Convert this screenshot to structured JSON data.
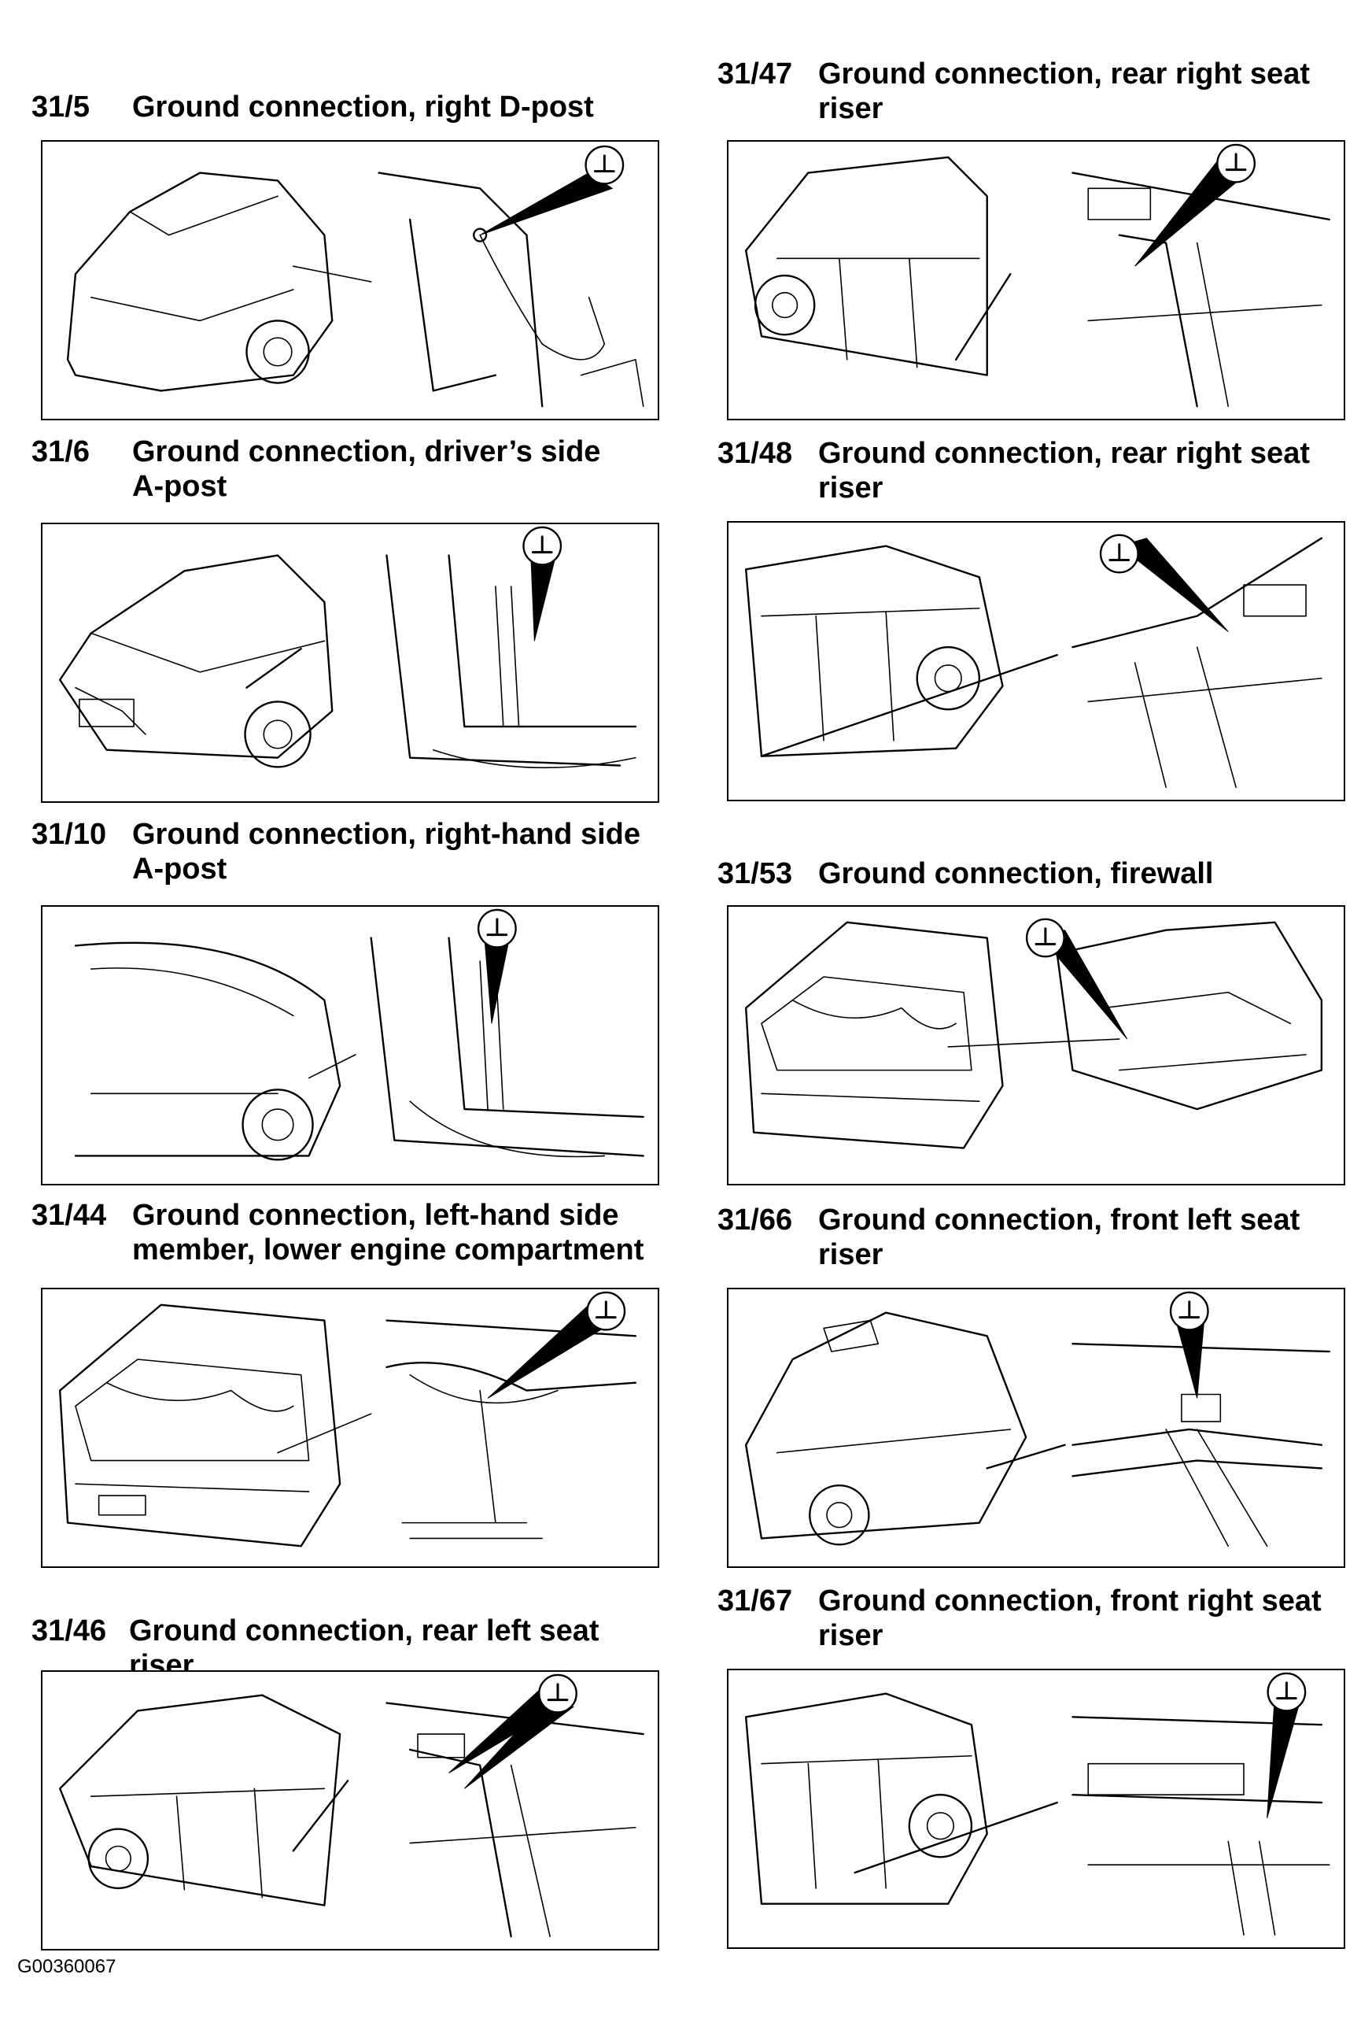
{
  "entries": [
    {
      "code": "31/5",
      "title": "Ground connection, right D-post"
    },
    {
      "code": "31/6",
      "title": "Ground connection, driver’s side A-post"
    },
    {
      "code": "31/10",
      "title": "Ground connection, right-hand side A-post"
    },
    {
      "code": "31/44",
      "title": "Ground connection, left-hand side member, lower engine compartment"
    },
    {
      "code": "31/46",
      "title": "Ground connection, rear left seat riser"
    },
    {
      "code": "31/47",
      "title": "Ground connection, rear right seat riser"
    },
    {
      "code": "31/48",
      "title": "Ground connection, rear right seat riser"
    },
    {
      "code": "31/53",
      "title": "Ground connection, firewall"
    },
    {
      "code": "31/66",
      "title": "Ground connection, front left seat riser"
    },
    {
      "code": "31/67",
      "title": "Ground connection, front right seat riser"
    }
  ],
  "figure_id": "G00360067",
  "icons": {
    "ground_symbol": "ground-symbol-icon"
  }
}
